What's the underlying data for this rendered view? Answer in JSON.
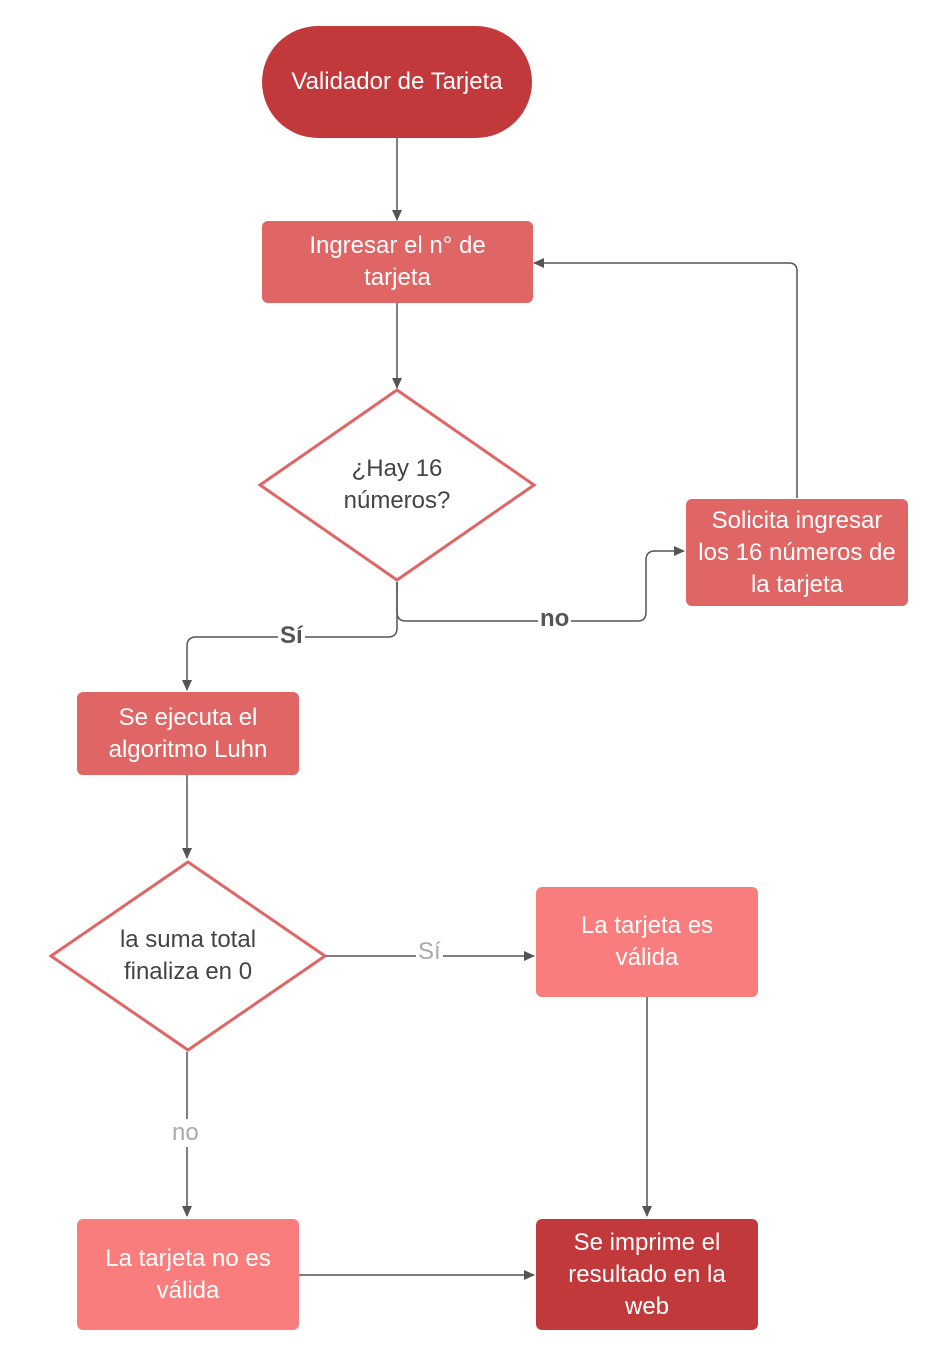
{
  "nodes": {
    "start": "Validador de Tarjeta",
    "input": "Ingresar el n° de tarjeta",
    "check16": "¿Hay 16 números?",
    "request": "Solicita ingresar los 16 números de la tarjeta",
    "luhn": "Se ejecuta el algoritmo Luhn",
    "sumcheck": "la suma total finaliza en 0",
    "valid": "La tarjeta es válida",
    "invalid": "La tarjeta no es válida",
    "print": "Se imprime el resultado en la web"
  },
  "edges": {
    "yes16": "Sí",
    "no16": "no",
    "yessum": "Sí",
    "nosum": "no"
  },
  "colors": {
    "dark": "#c2393c",
    "mid": "#e06565",
    "light": "#f97d7d",
    "diamond_border": "#e06565",
    "line": "#555555"
  }
}
